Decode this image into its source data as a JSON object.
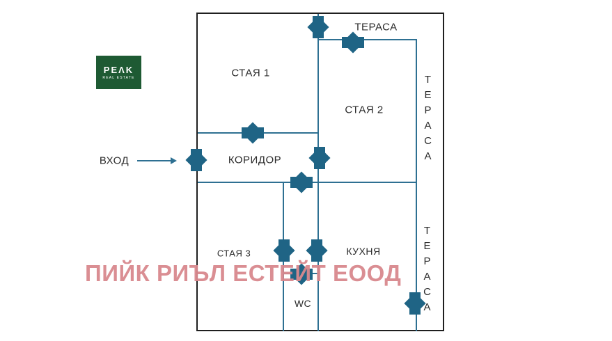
{
  "branding": {
    "logo_text": "PEΛK",
    "logo_subtext": "REAL ESTATE",
    "logo_bg_color": "#1e5a33"
  },
  "watermark": {
    "text": "ПИЙК РИЪЛ ЕСТЕЙТ ЕООД",
    "color": "#d9898e"
  },
  "floorplan": {
    "entrance_label": "ВХОД",
    "rooms": {
      "room1": "СТАЯ 1",
      "room2": "СТАЯ 2",
      "room3": "СТАЯ 3",
      "corridor": "КОРИДОР",
      "kitchen": "КУХНЯ",
      "wc": "WC",
      "terrace_top": "ТЕРАСА",
      "terrace_right_upper": "ТЕРАСА",
      "terrace_right_lower": "ТЕРАСА"
    },
    "colors": {
      "outer_wall": "#1f1f1f",
      "inner_wall": "#2e7092",
      "door_symbol": "#1f6485",
      "label_text": "#2b2b2b"
    }
  }
}
